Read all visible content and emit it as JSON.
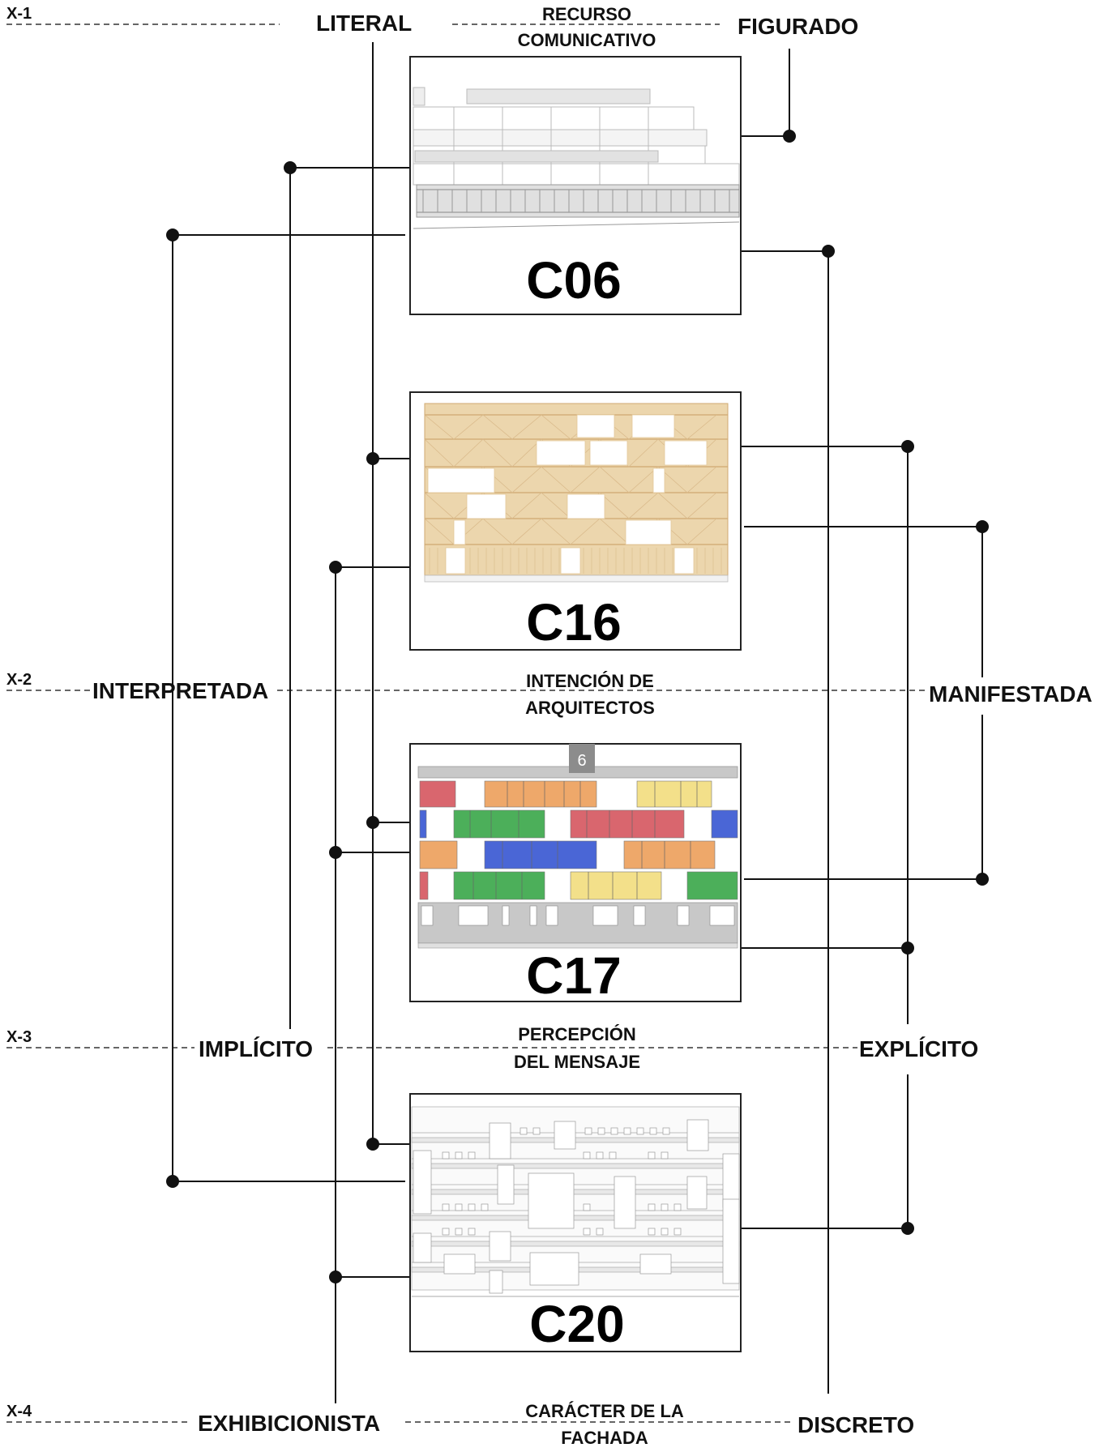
{
  "axes": [
    {
      "id": "X-1",
      "left": "LITERAL",
      "name": [
        "RECURSO",
        "COMUNICATIVO"
      ],
      "right": "FIGURADO"
    },
    {
      "id": "X-2",
      "left": "INTERPRETADA",
      "name": [
        "INTENCIÓN DE",
        "ARQUITECTOS"
      ],
      "right": "MANIFESTADA"
    },
    {
      "id": "X-3",
      "left": "IMPLÍCITO",
      "name": [
        "PERCEPCIÓN",
        "DEL MENSAJE"
      ],
      "right": "EXPLÍCITO"
    },
    {
      "id": "X-4",
      "left": "EXHIBICIONISTA",
      "name": [
        "CARÁCTER DE LA",
        "FACHADA"
      ],
      "right": "DISCRETO"
    }
  ],
  "cases": [
    {
      "code": "C06"
    },
    {
      "code": "C16"
    },
    {
      "code": "C17",
      "badge": "6"
    },
    {
      "code": "C20"
    }
  ],
  "colors": {
    "c16_wood": "#ecd6ad",
    "c16_line": "#cfa871",
    "c17_red": "#d9666e",
    "c17_orange": "#eea86a",
    "c17_yellow": "#f3e08a",
    "c17_green": "#4caf5a",
    "c17_blue": "#4a66d6",
    "c17_gray": "#c8c8c8"
  }
}
